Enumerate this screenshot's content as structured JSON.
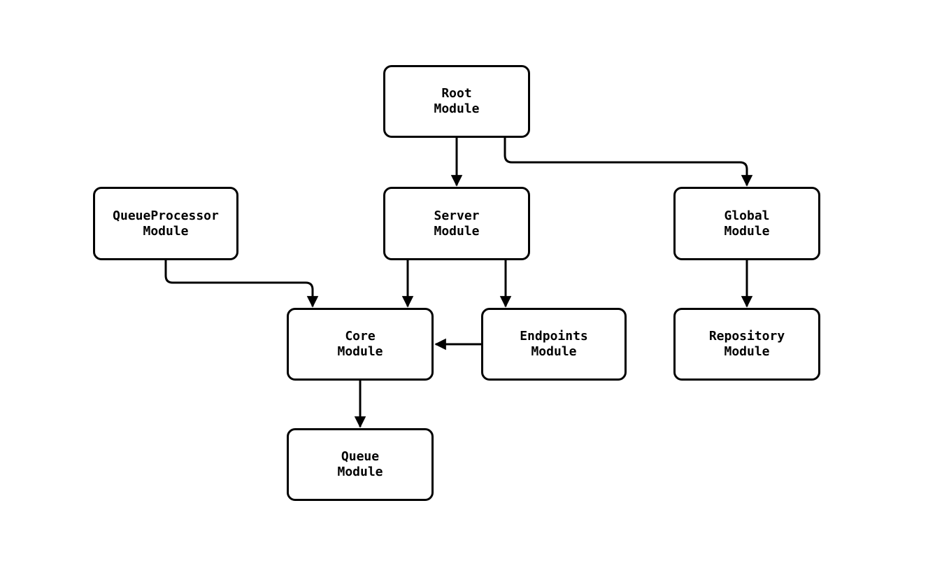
{
  "diagram": {
    "type": "module-dependency-flowchart",
    "background_color": "#ffffff",
    "stroke_color": "#000000",
    "text_color": "#000000",
    "nodes": {
      "root": {
        "label": "Root\nModule"
      },
      "queueprocessor": {
        "label": "QueueProcessor\nModule"
      },
      "server": {
        "label": "Server\nModule"
      },
      "global": {
        "label": "Global\nModule"
      },
      "core": {
        "label": "Core\nModule"
      },
      "endpoints": {
        "label": "Endpoints\nModule"
      },
      "repository": {
        "label": "Repository\nModule"
      },
      "queue": {
        "label": "Queue\nModule"
      }
    },
    "edges": [
      {
        "from": "Root Module",
        "to": "Server Module"
      },
      {
        "from": "Root Module",
        "to": "Global Module"
      },
      {
        "from": "QueueProcessor Module",
        "to": "Core Module"
      },
      {
        "from": "Server Module",
        "to": "Core Module"
      },
      {
        "from": "Server Module",
        "to": "Endpoints Module"
      },
      {
        "from": "Endpoints Module",
        "to": "Core Module"
      },
      {
        "from": "Global Module",
        "to": "Repository Module"
      },
      {
        "from": "Core Module",
        "to": "Queue Module"
      }
    ]
  }
}
